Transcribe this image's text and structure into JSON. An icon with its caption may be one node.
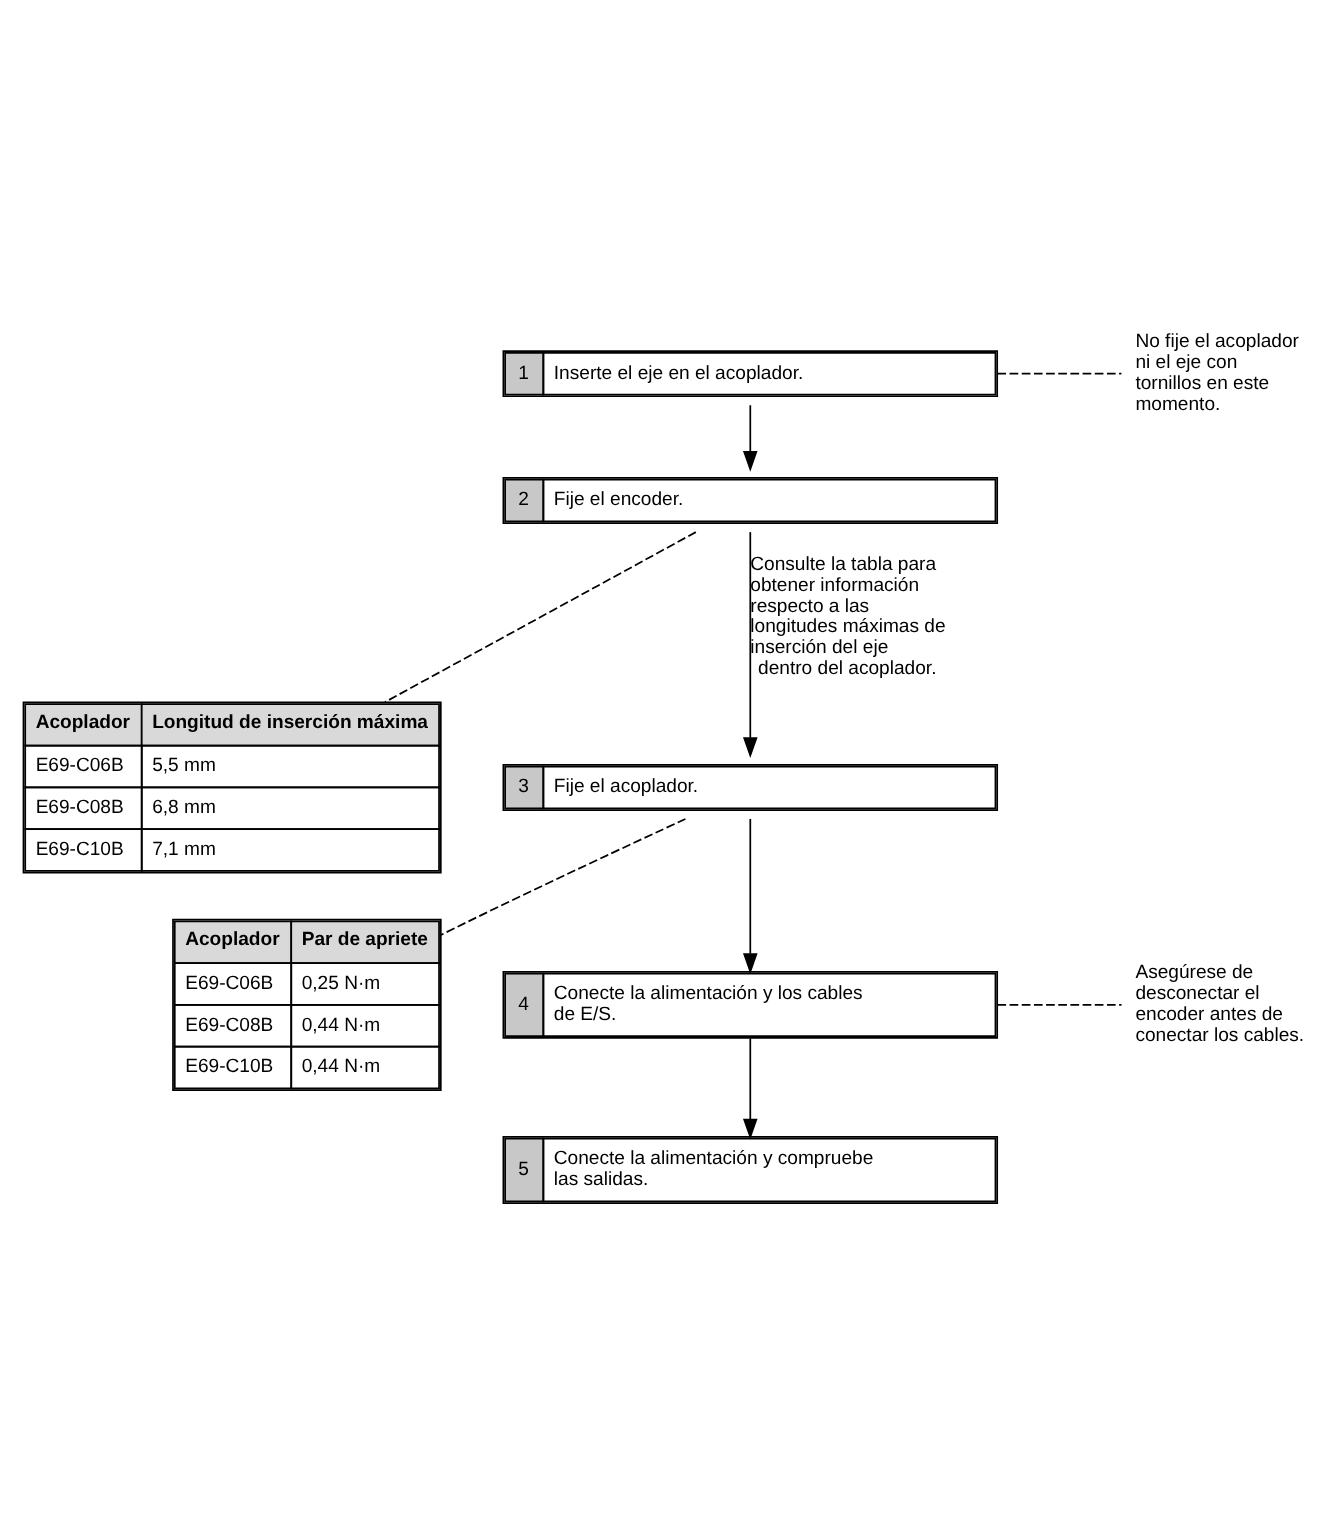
{
  "diagram": {
    "nodes": [
      {
        "text": [
          "1",
          "Inserte el eje en el acoplador."
        ]
      },
      {
        "text": [
          "No fije el acoplador ni el eje con tornillos en este momento."
        ]
      },
      {
        "text": [
          "2",
          "Fije el encoder."
        ]
      },
      {
        "text": [
          "Acoplador",
          "Longitud de inserción máxima",
          "E69-C06B",
          "5,5 mm",
          "E69-C08B",
          "6,8 mm",
          "E69-C10B",
          "7,1 mm"
        ]
      },
      {
        "text": [
          "3",
          "Fije el acoplador."
        ]
      },
      {
        "text": [
          "Acoplador",
          "Par de apriete",
          "E69-C06B",
          "0,25 N·m",
          "E69-C08B",
          "0,44 N·m",
          "E69-C10B",
          "0,44 N·m"
        ]
      },
      {
        "text": [
          "4",
          "Conecte la alimentación y los cables de E/S."
        ]
      },
      {
        "text": [
          "Asegúrese de desconectar el encoder antes de conectar los cables."
        ]
      },
      {
        "text": [
          "5",
          "Conecte la alimentación y compruebe las salidas."
        ]
      }
    ],
    "edges": [
      {
        "from": 0,
        "to": 1,
        "arrow": "none",
        "style": "dashed"
      },
      {
        "from": 0,
        "to": 2,
        "arrow": "to"
      },
      {
        "from": 2,
        "to": 3,
        "arrow": "none",
        "style": "dashed"
      },
      {
        "from": 2,
        "to": 4,
        "arrow": "to",
        "label": "Consulte la tabla para obtener información respecto a las longitudes máximas de inserción del eje dentro del acoplador."
      },
      {
        "from": 4,
        "to": 5,
        "arrow": "none",
        "style": "dashed"
      },
      {
        "from": 4,
        "to": 6,
        "arrow": "to"
      },
      {
        "from": 6,
        "to": 7,
        "arrow": "none",
        "style": "dashed"
      },
      {
        "from": 6,
        "to": 8,
        "arrow": "to"
      }
    ]
  }
}
